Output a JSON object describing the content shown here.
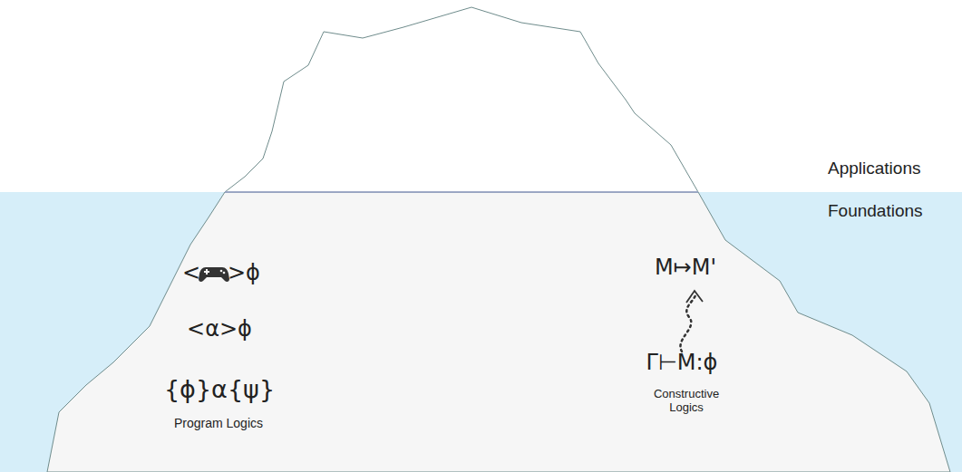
{
  "diagram": {
    "labels": [
      "Applications",
      "Foundations",
      "<",
      ">ϕ",
      "<α>ϕ",
      "{ϕ}α{ψ}",
      "Program Logics",
      "M↦M'",
      "Γ⊢M:ϕ",
      "Constructive Logics"
    ]
  }
}
